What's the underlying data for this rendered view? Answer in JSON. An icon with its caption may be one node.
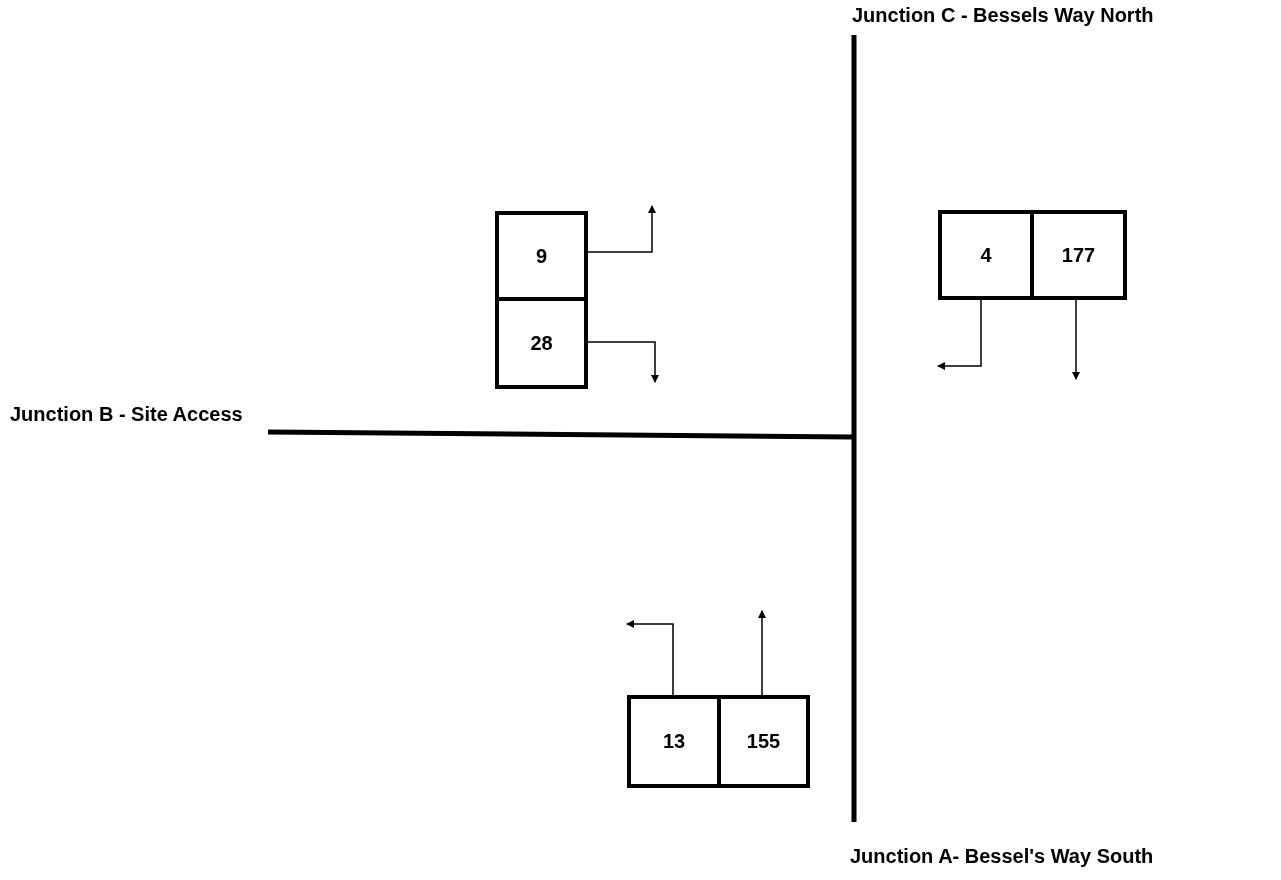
{
  "diagram": {
    "nodes": [
      {
        "text": [
          "9"
        ]
      },
      {
        "text": [
          "4"
        ]
      },
      {
        "text": [
          "177"
        ]
      },
      {
        "text": [
          "28"
        ]
      },
      {
        "text": [
          "13"
        ]
      },
      {
        "text": [
          "155"
        ]
      }
    ],
    "edges": [
      {
        "from": 0,
        "to": null,
        "arrow": "to"
      },
      {
        "from": 1,
        "to": null,
        "arrow": "to"
      },
      {
        "from": 2,
        "to": null,
        "arrow": "to"
      },
      {
        "from": 3,
        "to": null,
        "arrow": "to"
      },
      {
        "from": 4,
        "to": null,
        "arrow": "to"
      },
      {
        "from": 5,
        "to": null,
        "arrow": "to"
      }
    ],
    "labels": [
      "Junction C - Bessels Way North",
      "Junction B - Site Access",
      "Junction A- Bessel's Way South"
    ]
  }
}
